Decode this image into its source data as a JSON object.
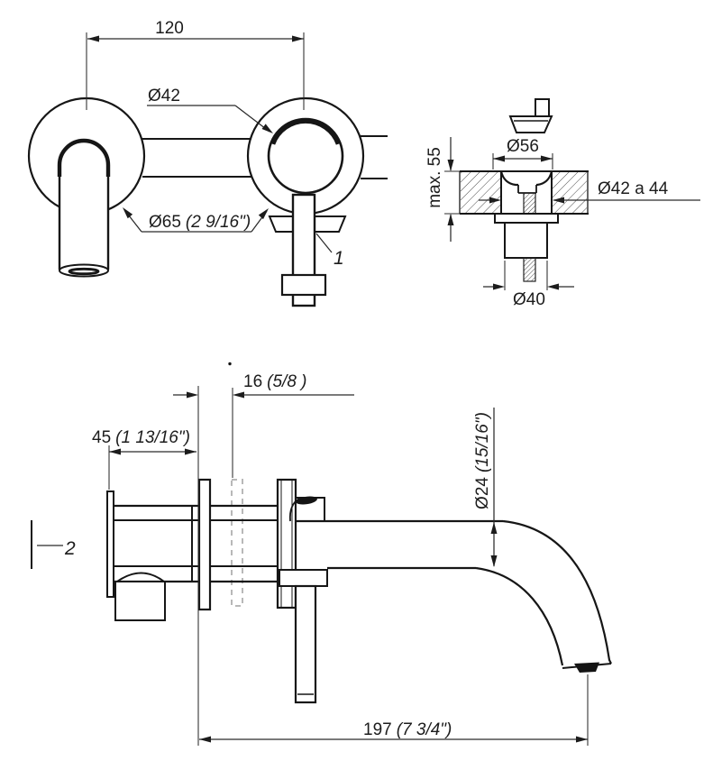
{
  "front_view": {
    "dim_center_spacing": "120",
    "dim_trim_diameter": "Ø42",
    "dim_escutcheon_mm": "Ø65",
    "dim_escutcheon_in": "(2 9/16\")",
    "callout_handle": "1"
  },
  "section_view": {
    "dim_recess_diameter": "Ø56",
    "dim_max_wall": "max. 55",
    "dim_hole_diameter": "Ø42 a 44",
    "dim_thread_diameter": "Ø40"
  },
  "side_view": {
    "callout_body": "2",
    "dim_plate_offset_mm": "16",
    "dim_plate_offset_in": "(5/8 )",
    "dim_rough_depth_mm": "45",
    "dim_rough_depth_in": "(1 13/16\")",
    "dim_spout_diameter_mm": "Ø24",
    "dim_spout_diameter_in": "(15/16\")",
    "dim_spout_reach_mm": "197",
    "dim_spout_reach_in": "(7 3/4\")"
  }
}
